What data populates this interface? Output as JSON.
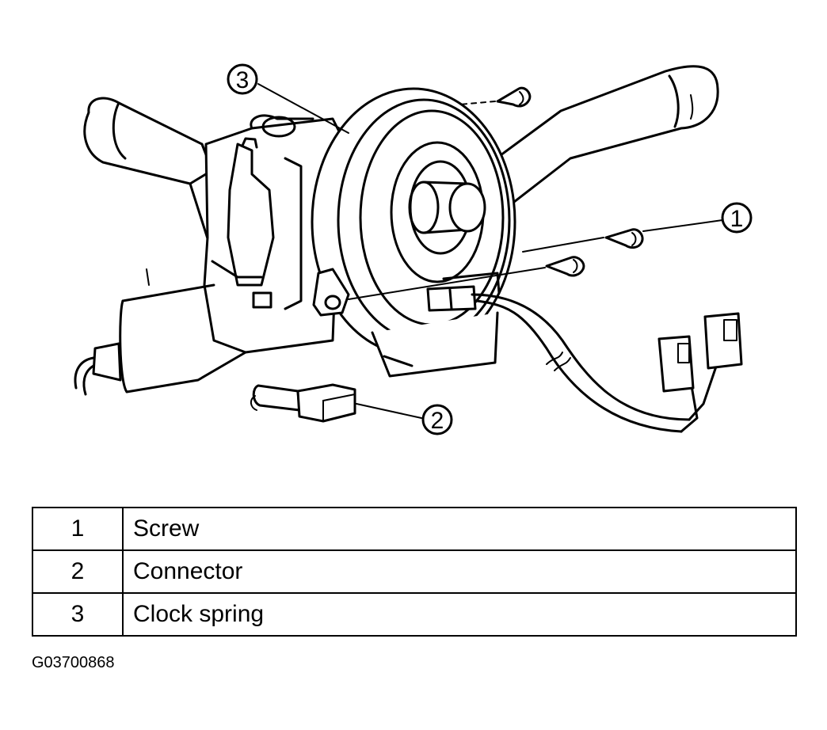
{
  "callouts": [
    {
      "number": "1",
      "part": "Screw"
    },
    {
      "number": "2",
      "part": "Connector"
    },
    {
      "number": "3",
      "part": "Clock spring"
    }
  ],
  "legend": {
    "rows": [
      {
        "number": "1",
        "label": "Screw"
      },
      {
        "number": "2",
        "label": "Connector"
      },
      {
        "number": "3",
        "label": "Clock spring"
      }
    ]
  },
  "figure_code": "G03700868"
}
